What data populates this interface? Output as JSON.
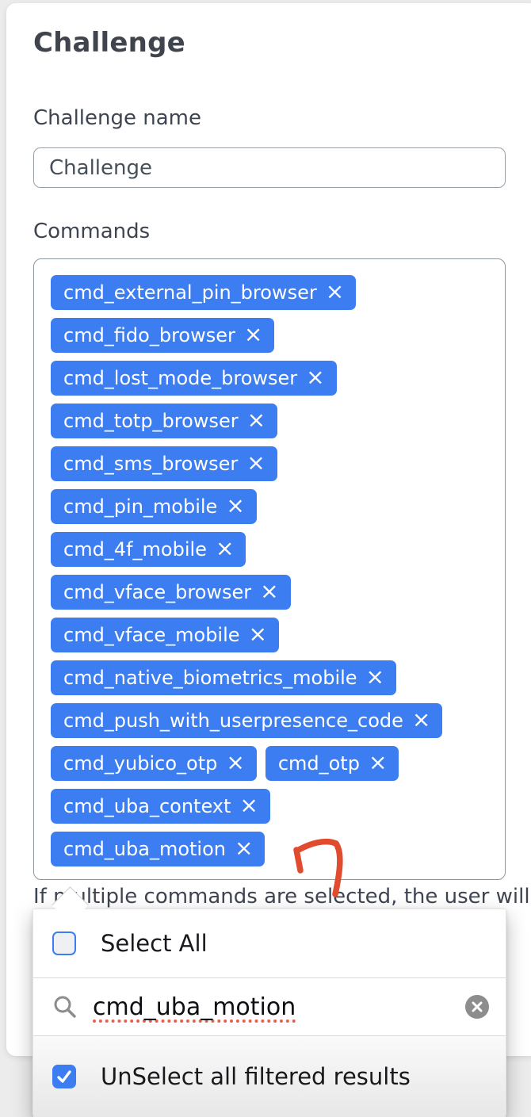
{
  "colors": {
    "accent_blue": "#3c7ef1",
    "arrow_red": "#e14b2e",
    "underline_red": "#e8604c",
    "text_dark": "#3e4551"
  },
  "header": {
    "title": "Challenge"
  },
  "form": {
    "name_label": "Challenge name",
    "name_value": "Challenge",
    "commands_label": "Commands",
    "helper_text": "If multiple commands are selected, the user will"
  },
  "commands": {
    "remove_icon": "×",
    "rows": [
      [
        "cmd_external_pin_browser"
      ],
      [
        "cmd_fido_browser"
      ],
      [
        "cmd_lost_mode_browser"
      ],
      [
        "cmd_totp_browser"
      ],
      [
        "cmd_sms_browser"
      ],
      [
        "cmd_pin_mobile"
      ],
      [
        "cmd_4f_mobile"
      ],
      [
        "cmd_vface_browser"
      ],
      [
        "cmd_vface_mobile"
      ],
      [
        "cmd_native_biometrics_mobile"
      ],
      [
        "cmd_push_with_userpresence_code"
      ],
      [
        "cmd_yubico_otp",
        "cmd_otp"
      ],
      [
        "cmd_uba_context"
      ],
      [
        "cmd_uba_motion"
      ]
    ]
  },
  "dropdown": {
    "select_all": {
      "label": "Select All",
      "checked": false
    },
    "search": {
      "value": "cmd_uba_motion"
    },
    "unselect_filtered": {
      "label": "UnSelect all filtered results",
      "checked": true
    }
  }
}
